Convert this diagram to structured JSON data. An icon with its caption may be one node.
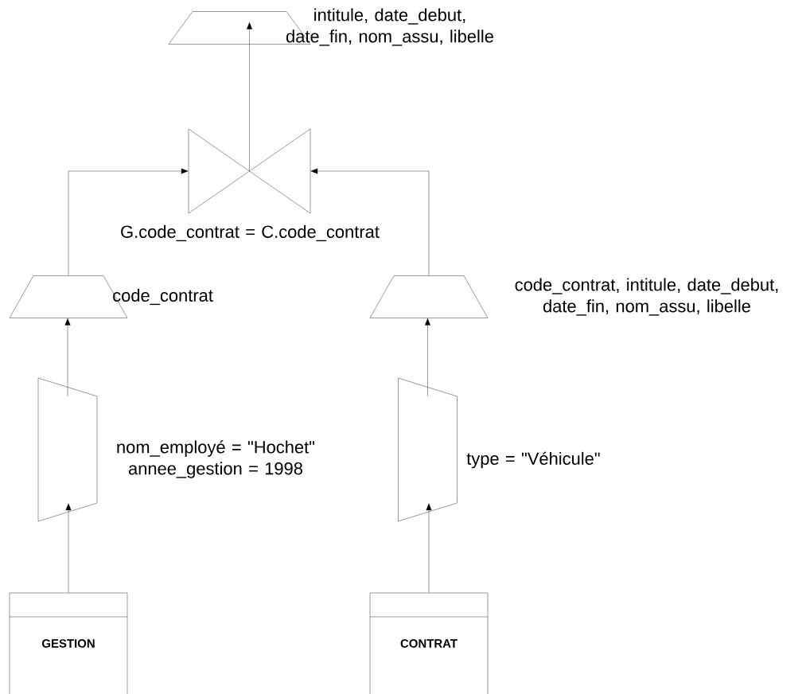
{
  "diagram": {
    "nodes": [
      {
        "text": [],
        "shape": "trapezoid",
        "beside": [
          "intitule, date_debut, date_fin, nom_assu, libelle"
        ]
      },
      {
        "text": [],
        "shape": "bowtie",
        "beside": [
          "G.code_contrat = C.code_contrat"
        ]
      },
      {
        "text": [],
        "shape": "trapezoid",
        "beside": [
          "code_contrat"
        ]
      },
      {
        "text": [],
        "shape": "trapezoid",
        "beside": [
          "code_contrat, intitule, date_debut, date_fin, nom_assu, libelle"
        ]
      },
      {
        "text": [],
        "shape": "trapezoid",
        "beside": [
          "nom_employé = \"Hochet\" annee_gestion = 1998"
        ]
      },
      {
        "text": [],
        "shape": "trapezoid",
        "beside": [
          "type = \"Véhicule\""
        ]
      },
      {
        "text": [
          "GESTION"
        ]
      },
      {
        "text": [
          "CONTRAT"
        ]
      }
    ],
    "edges": [
      {
        "from": 1,
        "to": 0,
        "arrow": "to"
      },
      {
        "from": 2,
        "to": 1,
        "arrow": "to"
      },
      {
        "from": 3,
        "to": 1,
        "arrow": "to"
      },
      {
        "from": 4,
        "to": 2,
        "arrow": "to"
      },
      {
        "from": 5,
        "to": 3,
        "arrow": "to"
      },
      {
        "from": 6,
        "to": 4,
        "arrow": "to"
      },
      {
        "from": 7,
        "to": 5,
        "arrow": "to"
      }
    ]
  }
}
